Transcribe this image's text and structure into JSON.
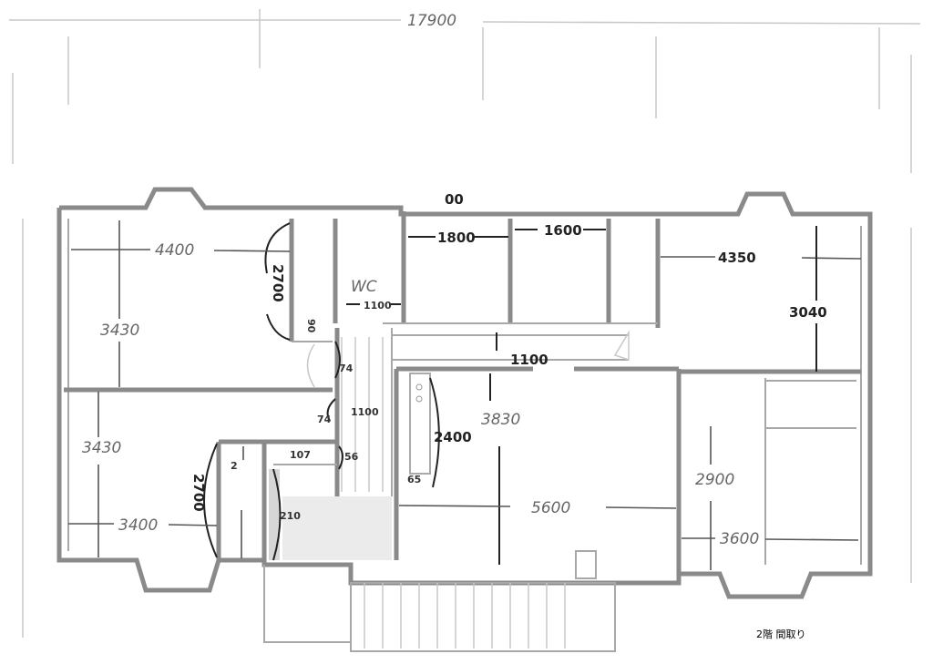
{
  "drawing": {
    "total_width": "17900",
    "top_mark": "00",
    "caption": "2階 間取り"
  },
  "rooms": {
    "wc_label": "WC"
  },
  "dimensions": {
    "room_tl_width": "4400",
    "room_tl_depth": "3430",
    "closet_tl": "2700",
    "closet_tl_small": "90",
    "wc_width": "1100",
    "room_1800": "1800",
    "room_1600": "1600",
    "room_tr_width": "4350",
    "room_tr_depth": "3040",
    "corridor_width": "1100",
    "door_74a": "74",
    "door_74b": "74",
    "stair_width": "1100",
    "ldk_depth": "3830",
    "kitchen_len": "2400",
    "kitchen_small": "65",
    "ldk_width": "5600",
    "room_bl_depth": "3430",
    "room_bl_width": "3400",
    "closet_bl": "2700",
    "closet_bl_small": "2",
    "hall_107": "107",
    "hall_56": "56",
    "hall_210": "210",
    "room_br_depth": "2900",
    "room_br_width": "3600"
  }
}
